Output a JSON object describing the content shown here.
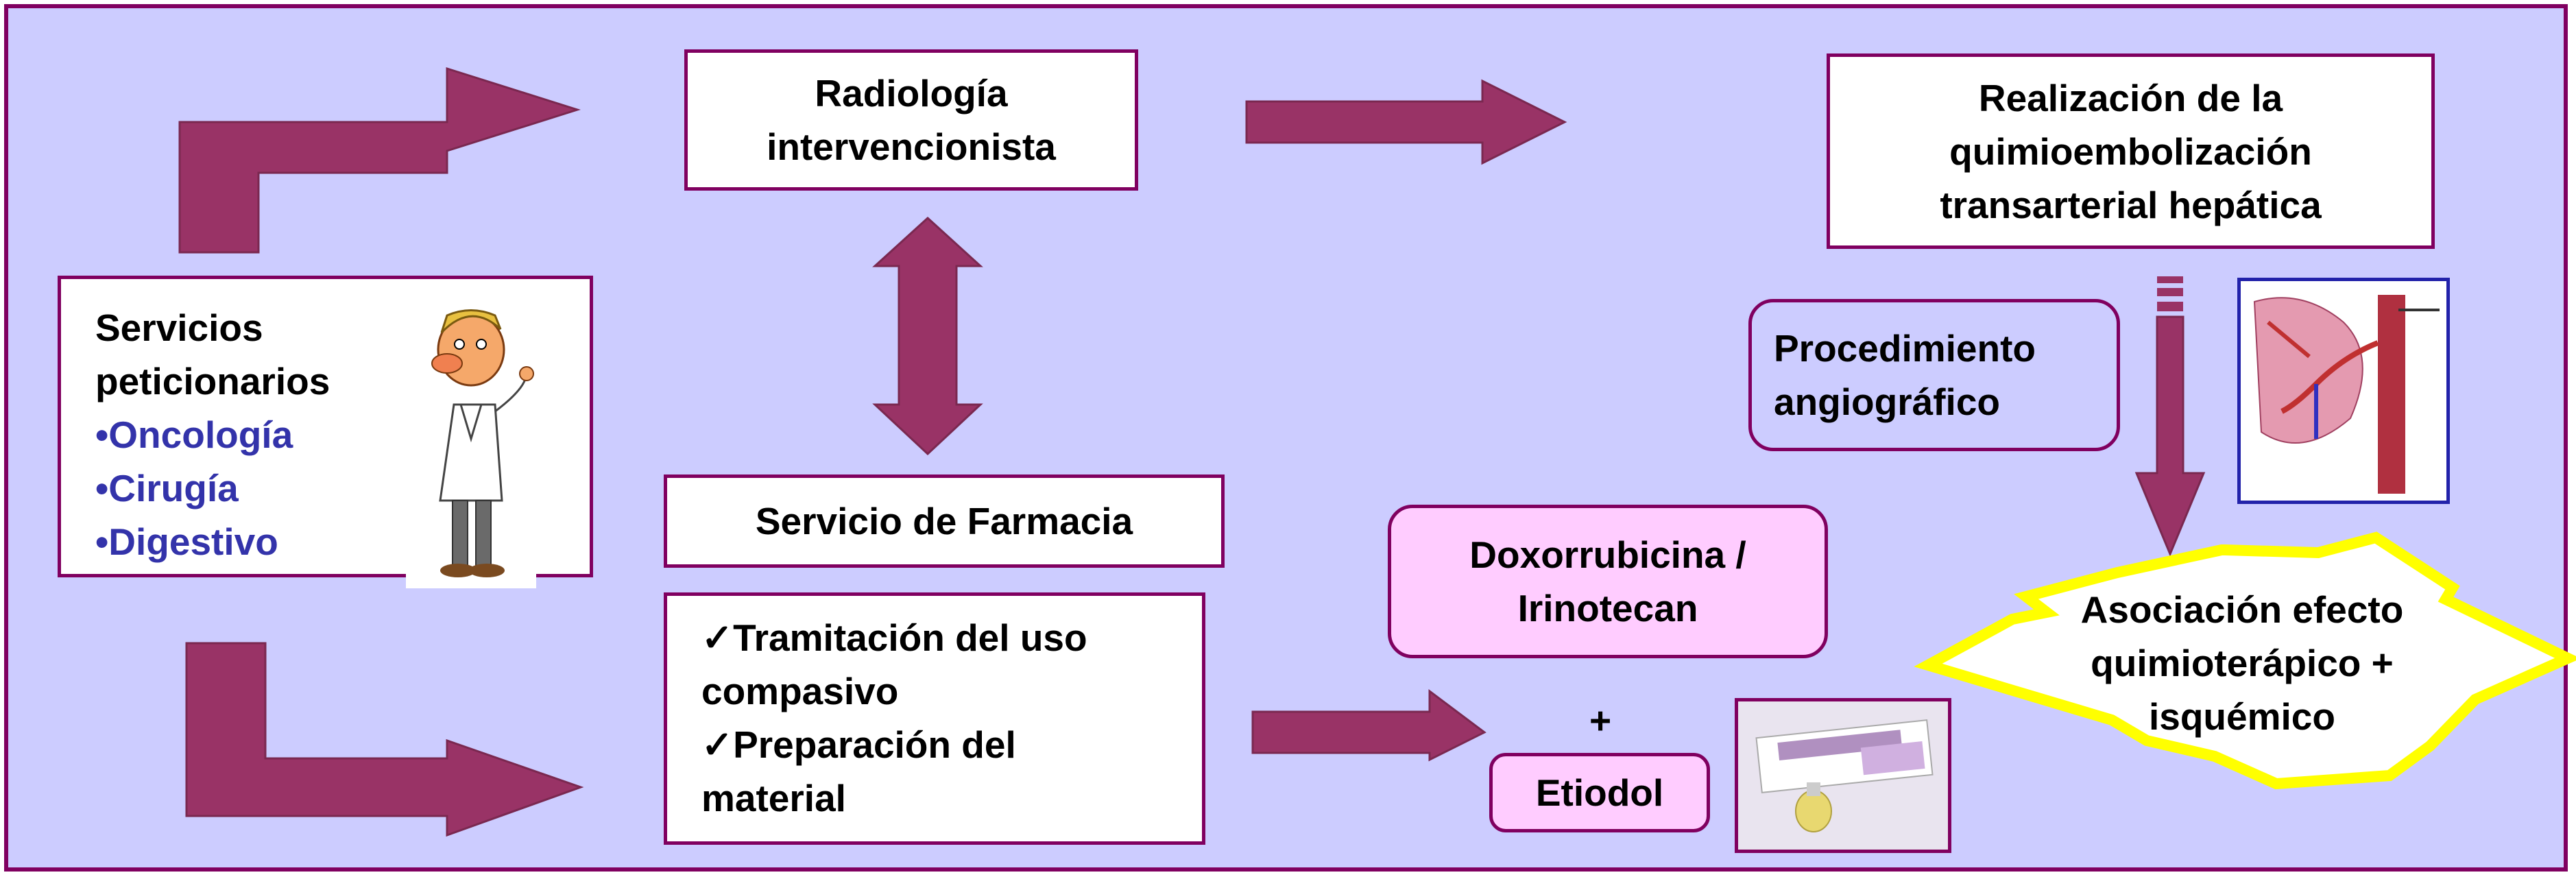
{
  "colors": {
    "background": "#ccccff",
    "border": "#800060",
    "arrow": "#993366",
    "pink_box": "#ffccff",
    "star_border": "#ffff00",
    "list_text": "#3333aa"
  },
  "boxes": {
    "radiologia": [
      "Radiología",
      "intervencionista"
    ],
    "realizacion": [
      "Realización de la",
      "quimioembolización",
      "transarterial hepática"
    ],
    "servicios_title": [
      "Servicios",
      "peticionarios"
    ],
    "servicios_items": [
      "•Oncología",
      "•Cirugía",
      "•Digestivo"
    ],
    "procedimiento": [
      "Procedimiento",
      "angiográfico"
    ],
    "farmacia": "Servicio de Farmacia",
    "tramitacion": [
      "✓Tramitación del uso",
      "compasivo",
      "✓Preparación del",
      "material"
    ],
    "doxorrubicina": [
      "Doxorrubicina /",
      "Irinotecan"
    ],
    "plus": "+",
    "etiodol": "Etiodol",
    "asociacion": [
      "Asociación efecto",
      "quimioterápico +",
      "isquémico"
    ]
  },
  "images": {
    "doctor": "doctor-cartoon-icon",
    "angiography": "angiography-diagram-icon",
    "product": "lipiodol-product-photo"
  }
}
